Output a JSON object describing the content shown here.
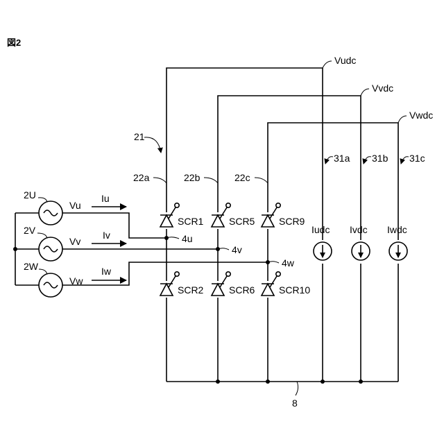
{
  "figure_label": "図2",
  "bridge_label": "21",
  "arms": [
    "22a",
    "22b",
    "22c"
  ],
  "sources": [
    {
      "name": "2U",
      "voltage": "Vu",
      "current": "Iu"
    },
    {
      "name": "2V",
      "voltage": "Vv",
      "current": "Iv"
    },
    {
      "name": "2W",
      "voltage": "Vw",
      "current": "Iw"
    }
  ],
  "nodes": [
    "4u",
    "4v",
    "4w"
  ],
  "thyristors_upper": [
    "SCR1",
    "SCR5",
    "SCR9"
  ],
  "thyristors_lower": [
    "SCR2",
    "SCR6",
    "SCR10"
  ],
  "dc_voltages": [
    "Vudc",
    "Vvdc",
    "Vwdc"
  ],
  "loads": [
    "31a",
    "31b",
    "31c"
  ],
  "load_currents": [
    "Iudc",
    "Ivdc",
    "Iwdc"
  ],
  "return_line": "8"
}
